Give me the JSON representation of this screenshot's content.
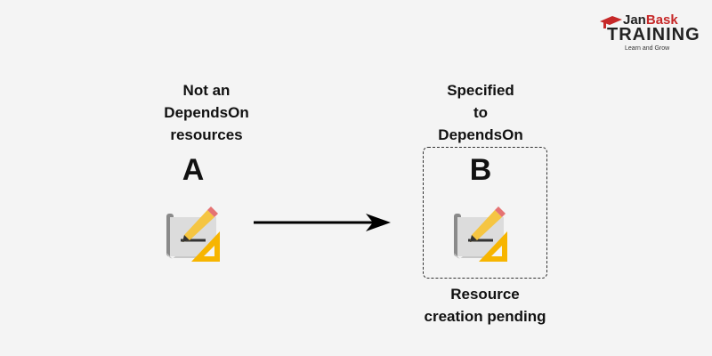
{
  "logo": {
    "brand_part1": "Jan",
    "brand_part2": "Bask",
    "name": "TRAINING",
    "tagline": "Learn and Grow"
  },
  "left": {
    "label_lines": [
      "Not an",
      "DependsOn",
      "resources"
    ],
    "letter": "A",
    "icon": "blueprint-pencil-icon"
  },
  "right": {
    "label_lines": [
      "Specified",
      "to",
      "DependsOn"
    ],
    "letter": "B",
    "icon": "blueprint-pencil-icon",
    "status_lines": [
      "Resource",
      "creation pending"
    ]
  },
  "arrow": "arrow-right-icon",
  "colors": {
    "pencil": "#f5c542",
    "ruler": "#f7b500",
    "paper": "#e0e0e0",
    "logo_red": "#c62828"
  }
}
